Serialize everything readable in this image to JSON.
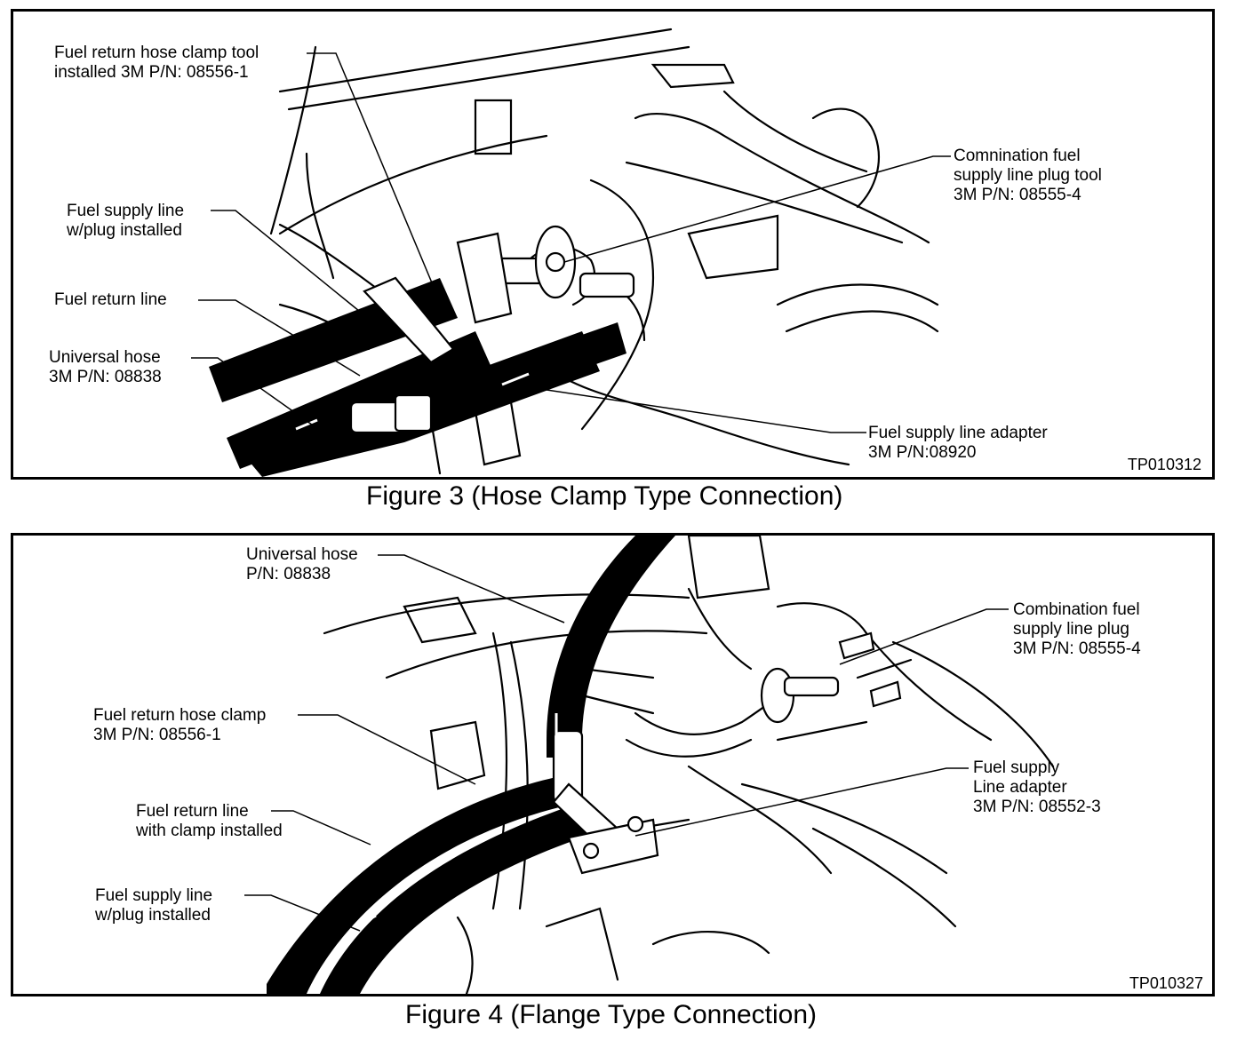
{
  "figure3": {
    "caption": "Figure 3 (Hose Clamp Type Connection)",
    "code": "TP010312",
    "labels": {
      "clamp_tool": [
        "Fuel return hose clamp tool",
        "installed 3M P/N: 08556-1"
      ],
      "supply_plug": [
        "Fuel supply line",
        "w/plug installed"
      ],
      "return_line": [
        "Fuel return line"
      ],
      "universal_hose": [
        "Universal hose",
        "3M P/N: 08838"
      ],
      "combination_plug": [
        "Comnination fuel",
        "supply line plug tool",
        "3M P/N: 08555-4"
      ],
      "supply_adapter": [
        "Fuel supply line adapter",
        "3M P/N:08920"
      ]
    }
  },
  "figure4": {
    "caption": "Figure 4 (Flange Type Connection)",
    "code": "TP010327",
    "labels": {
      "universal_hose": [
        "Universal hose",
        "P/N: 08838"
      ],
      "combination_plug": [
        "Combination fuel",
        "supply line plug",
        "3M P/N: 08555-4"
      ],
      "clamp": [
        "Fuel return hose clamp",
        "3M P/N: 08556-1"
      ],
      "return_line": [
        "Fuel return line",
        "with clamp installed"
      ],
      "supply_plug": [
        "Fuel supply line",
        "w/plug installed"
      ],
      "supply_adapter": [
        "Fuel supply",
        "Line adapter",
        "3M P/N: 08552-3"
      ]
    }
  }
}
